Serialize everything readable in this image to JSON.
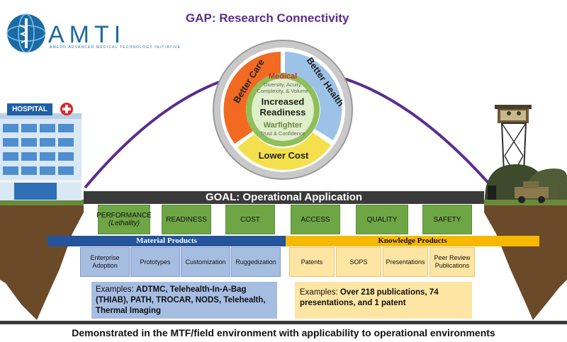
{
  "logo": {
    "text": "AMTI",
    "subtitle": "AMEDD ADVANCED MEDICAL TECHNOLOGY INITIATIVE"
  },
  "gap_title": "GAP: Research Connectivity",
  "hospital_sign": "HOSPITAL",
  "cycle": {
    "arc_labels": [
      "Better Care",
      "Better Health",
      "Lower Cost"
    ],
    "medical_title": "Medical",
    "medical_sub": "Diversity, Acuity, Complexity, & Volume",
    "center_title": "Increased Readiness",
    "warfighter_title": "Warfighter",
    "warfighter_sub": "Trust & Confidence"
  },
  "goal": "GOAL: Operational Application",
  "outcomes": [
    {
      "label": "PERFORMANCE",
      "sub": "(Lethality)"
    },
    {
      "label": "READINESS",
      "sub": ""
    },
    {
      "label": "COST",
      "sub": ""
    },
    {
      "label": "ACCESS",
      "sub": ""
    },
    {
      "label": "QUALITY",
      "sub": ""
    },
    {
      "label": "SAFETY",
      "sub": ""
    }
  ],
  "material": {
    "header": "Material Products",
    "items": [
      "Enterprise Adoption",
      "Prototypes",
      "Customization",
      "Ruggedization"
    ],
    "examples_prefix": "Examples: ",
    "examples": "ADTMC, Telehealth-In-A-Bag (THIAB), PATH, TROCAR, NODS, Telehealth, Thermal Imaging"
  },
  "knowledge": {
    "header": "Knowledge Products",
    "items": [
      "Patents",
      "SOPS",
      "Presentations",
      "Peer Review Publications"
    ],
    "examples_prefix": "Examples: ",
    "examples": "Over 218 publications, 74 presentations, and 1 patent"
  },
  "footer": "Demonstrated in the MTF/field environment with applicability to operational environments",
  "colors": {
    "purple": "#5b2d8e",
    "green": "#6ea545",
    "blue": "#24549b",
    "gold": "#f7b800"
  }
}
